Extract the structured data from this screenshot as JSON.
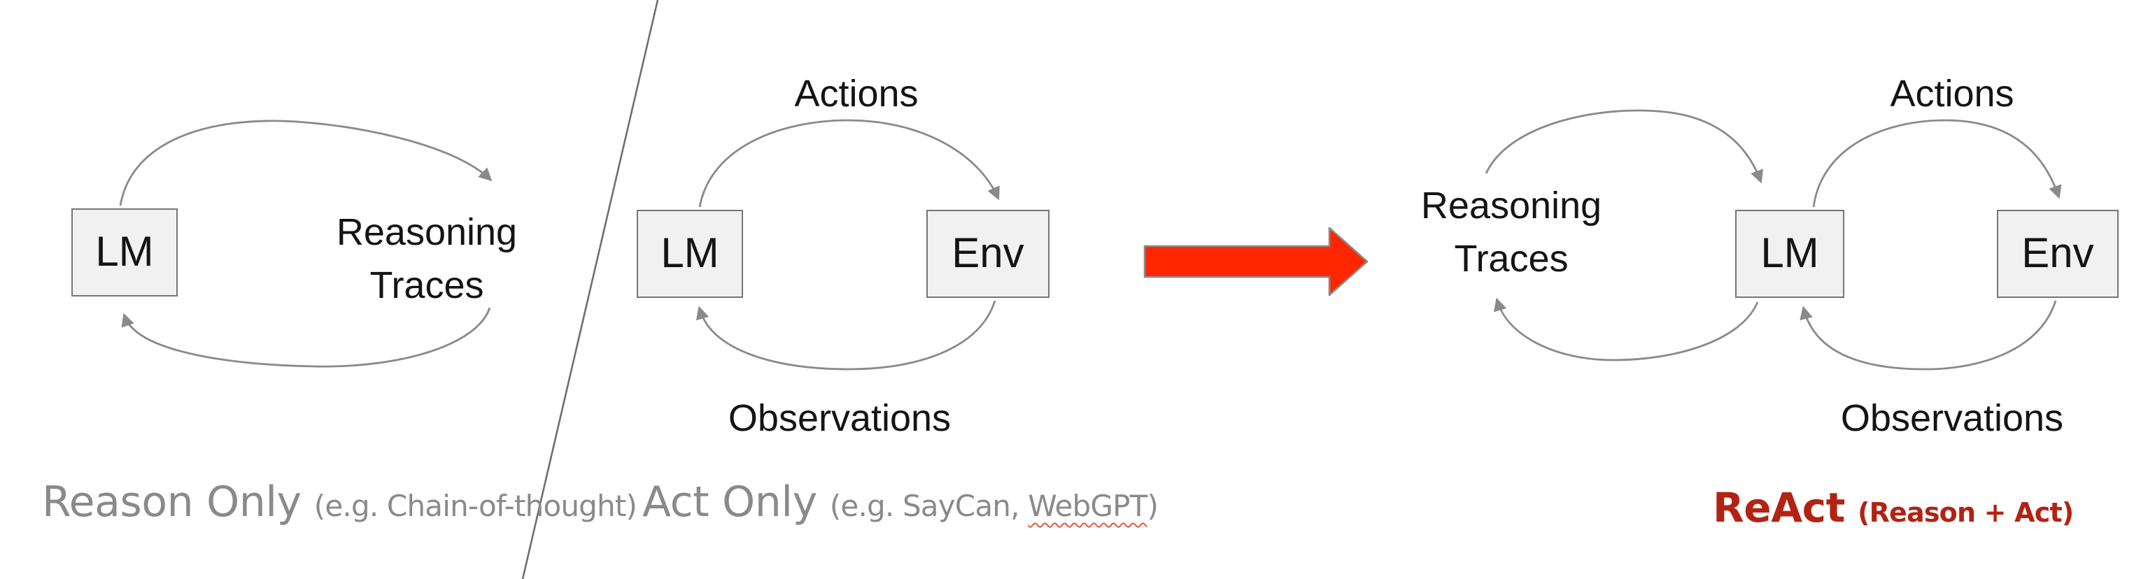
{
  "slide": {
    "panels": [
      {
        "caption_title": "Reason Only",
        "caption_subtitle": "(e.g. Chain-of-thought)",
        "node_lm": "LM",
        "loop_label_line1": "Reasoning",
        "loop_label_line2": "Traces"
      },
      {
        "caption_title": "Act Only",
        "caption_subtitle_prefix": "(e.g. SayCan, ",
        "caption_subtitle_misspelled": "WebGPT",
        "caption_subtitle_suffix": ")",
        "node_lm": "LM",
        "node_env": "Env",
        "label_top": "Actions",
        "label_bottom": "Observations"
      },
      {
        "caption_title": "ReAct",
        "caption_subtitle": "(Reason + Act)",
        "node_lm": "LM",
        "node_env": "Env",
        "loop_label_line1": "Reasoning",
        "loop_label_line2": "Traces",
        "label_top": "Actions",
        "label_bottom": "Observations"
      }
    ],
    "colors": {
      "background": "#ffffff",
      "box_fill": "#f1f1f1",
      "box_border": "#757575",
      "arc_stroke": "#8a8a8a",
      "label_text": "#141414",
      "caption_gray": "#8a8a8a",
      "react_red": "#b22314",
      "big_arrow_fill": "#ff2600",
      "big_arrow_border": "#8a8a8a",
      "divider_line": "#6f6f6f",
      "spellcheck_squiggle": "#e8503a"
    }
  }
}
